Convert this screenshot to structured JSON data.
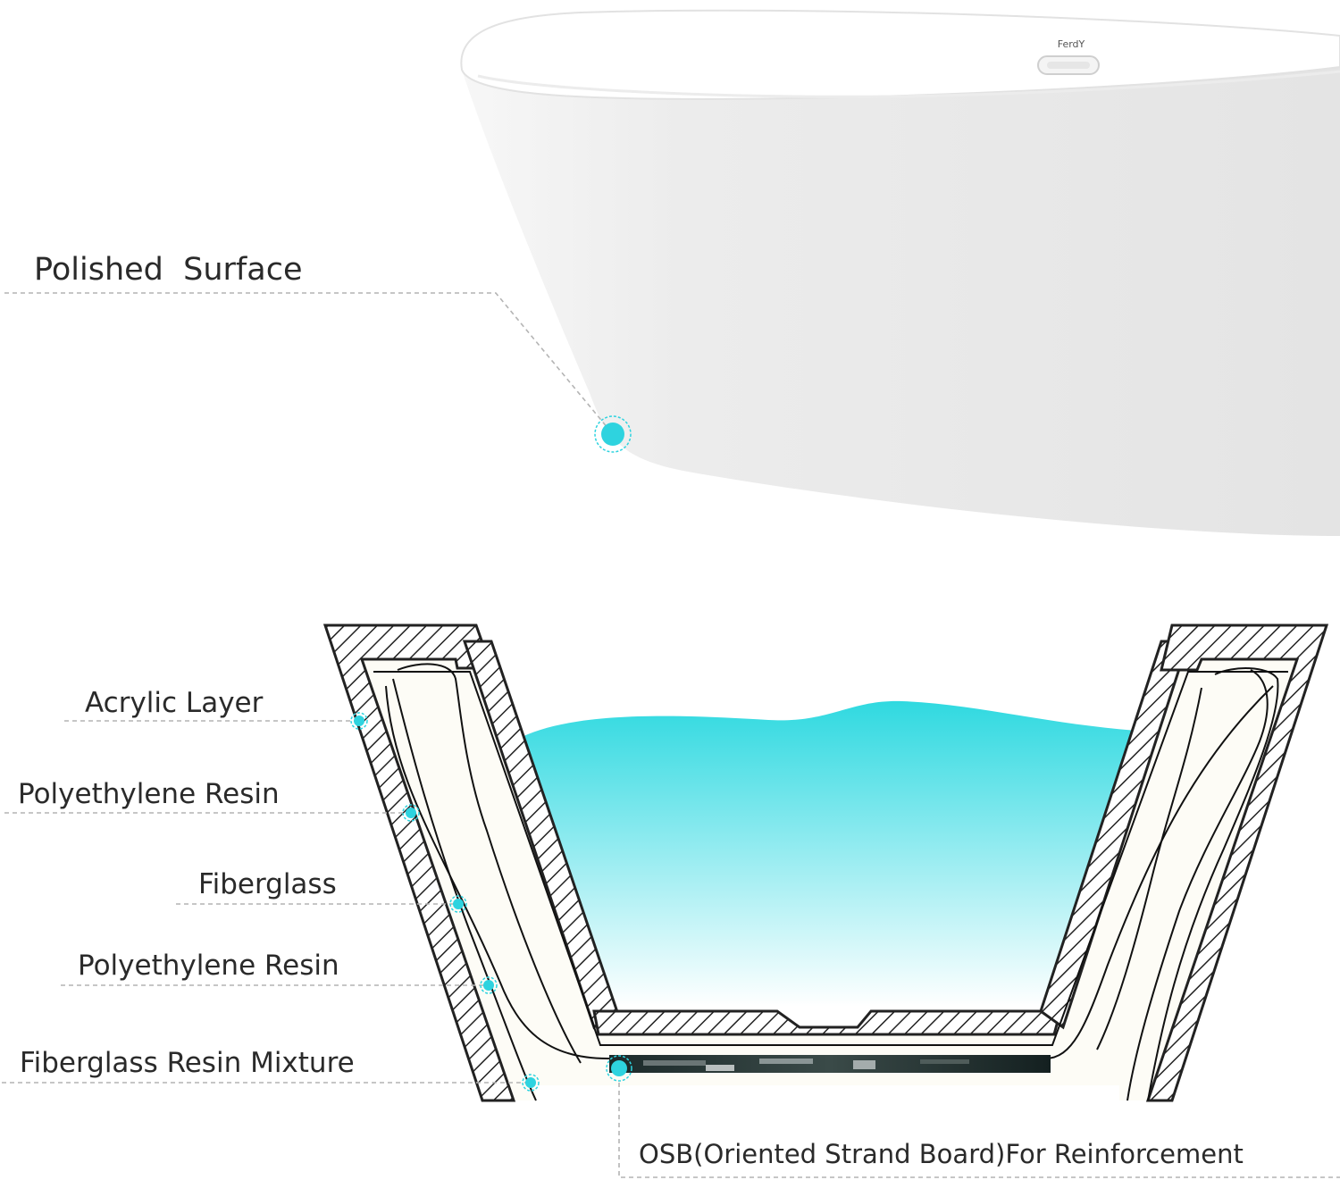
{
  "brand_logo_text": "FerdY",
  "top_callout": {
    "label": "Polished  Surface"
  },
  "layer_callouts": [
    {
      "label": "Acrylic Layer"
    },
    {
      "label": "Polyethylene Resin"
    },
    {
      "label": "Fiberglass"
    },
    {
      "label": "Polyethylene Resin"
    },
    {
      "label": "Fiberglass Resin Mixture"
    }
  ],
  "bottom_callout": {
    "label": "OSB(Oriented Strand Board)For Reinforcement"
  },
  "colors": {
    "accent_dot": "#2ed3df",
    "water_top": "#2fd9e0",
    "water_bottom": "#ffffff",
    "tub_body": "#e9e9e9",
    "leader_line": "#b4b4b4"
  }
}
